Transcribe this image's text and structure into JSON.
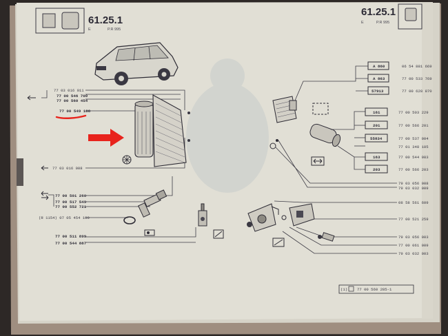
{
  "header": {
    "page_left": "61.25.1",
    "page_left_sub_e": "E",
    "page_left_sub_pr": "P.R 995",
    "page_right": "61.25.1",
    "page_right_sub_e": "E",
    "page_right_sub_pr": "P.R 995"
  },
  "left_parts": {
    "group1": [
      "77 03 016 011",
      "77 00 546 700",
      "77 00 560 454"
    ],
    "underlined": "77 00 549 188",
    "below_heater": "77 03 016 008",
    "switch_group": [
      "77 00 501 260",
      "77 00 517 549",
      "77 00 552 721"
    ],
    "washer": "(R 1154) 07 05 454 100",
    "bottom_group": [
      "77 00 511 899",
      "77 00 544 887"
    ]
  },
  "right_parts": {
    "boxes_top": [
      {
        "code": "A 860",
        "number": "06 54 881 669"
      },
      {
        "code": "A 863",
        "number": "77 00 533 769"
      },
      {
        "code": "57913",
        "number": "77 00 628 870"
      }
    ],
    "boxes_mid": [
      {
        "code": "161",
        "number": "77 00 503 229"
      },
      {
        "code": "201",
        "number": "77 00 566 201"
      },
      {
        "code": "55834",
        "number": "77 00 537 004"
      },
      {
        "code": "",
        "number": "77 01 348 105"
      },
      {
        "code": "163",
        "number": "77 00 544 983"
      },
      {
        "code": "203",
        "number": "77 00 566 203"
      }
    ],
    "mid_lower": [
      "79 03 056 008",
      "79 03 032 009"
    ],
    "bottom_group": [
      "08 58 561 609",
      "77 00 521 259",
      "79 03 056 003",
      "77 00 061 009",
      "79 03 032 003"
    ]
  },
  "footer_ref": "77 00 560 285-1",
  "colors": {
    "paper": "#e0ded4",
    "ink": "#35333d",
    "annotation_red": "#e8231c"
  },
  "icons": {
    "heater_block_icon": "heater-core-icon",
    "fan_icon": "fan-icon",
    "left_arrow_icon": "left-arrow-icon",
    "double_arrow_icon": "double-arrow-icon"
  }
}
